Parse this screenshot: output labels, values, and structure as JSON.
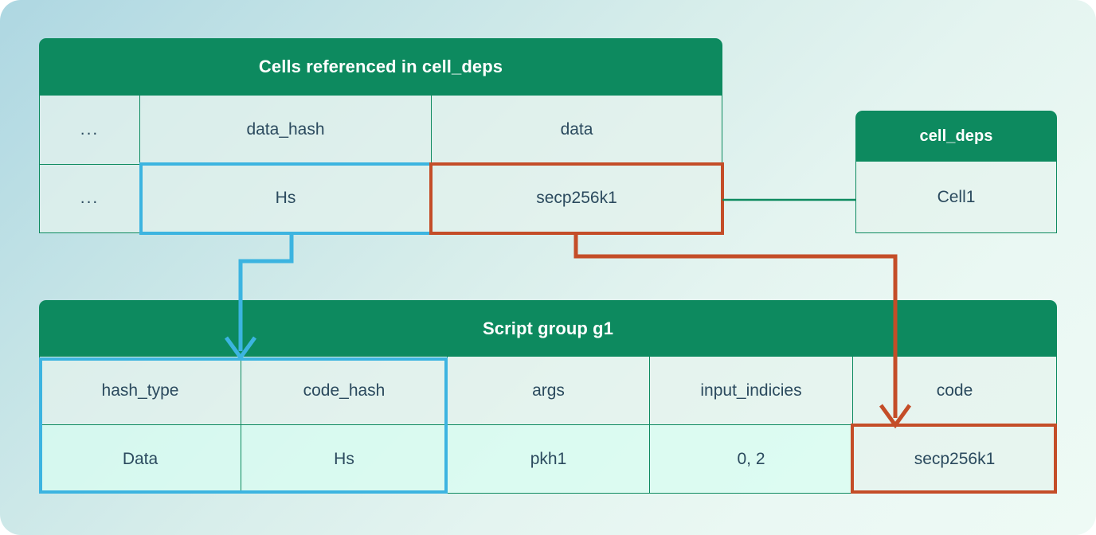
{
  "theme": {
    "header_green": "#0d8a5f",
    "border_green": "#0d8a5f",
    "highlight_blue": "#3cb4e0",
    "highlight_red": "#c44d28",
    "text_dark": "#2b4a5e",
    "bg_from": "#aed7e2",
    "bg_to": "#eefaf5"
  },
  "cells_table": {
    "title": "Cells referenced in cell_deps",
    "columns": [
      "...",
      "data_hash",
      "data"
    ],
    "rows": [
      [
        "...",
        "Hs",
        "secp256k1"
      ]
    ]
  },
  "cell_deps_table": {
    "title": "cell_deps",
    "rows": [
      "Cell1"
    ]
  },
  "script_group_table": {
    "title": "Script group g1",
    "columns": [
      "hash_type",
      "code_hash",
      "args",
      "input_indicies",
      "code"
    ],
    "rows": [
      [
        "Data",
        "Hs",
        "pkh1",
        "0, 2",
        "secp256k1"
      ]
    ]
  },
  "connectors": [
    {
      "name": "data-hash-to-code-hash",
      "color": "#3cb4e0",
      "from": "data_hash.Hs",
      "to": "script_group.code_hash",
      "arrow": true
    },
    {
      "name": "data-to-code",
      "color": "#c44d28",
      "from": "data.secp256k1",
      "to": "script_group.code",
      "arrow": true
    },
    {
      "name": "data-to-cell-deps",
      "color": "#0d8a5f",
      "from": "data.secp256k1",
      "to": "cell_deps.Cell1",
      "arrow": false
    }
  ]
}
